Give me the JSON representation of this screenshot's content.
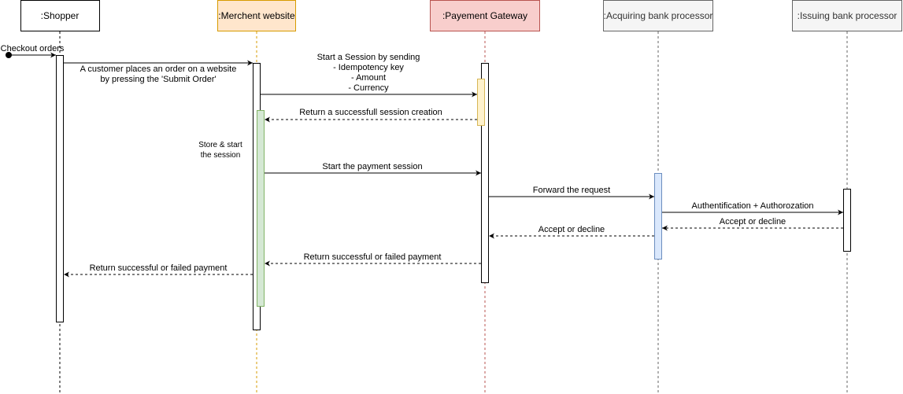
{
  "participants": [
    {
      "label": ":Shopper",
      "fill": "#ffffff",
      "stroke": "#000000"
    },
    {
      "label": ":Merchent website",
      "fill": "#ffe6cc",
      "stroke": "#d79b00"
    },
    {
      "label": ":Payement Gateway",
      "fill": "#f8cecc",
      "stroke": "#b85450"
    },
    {
      "label": ":Acquiring bank processor",
      "fill": "#f5f5f5",
      "stroke": "#666666"
    },
    {
      "label": ":Issuing bank processor",
      "fill": "#f5f5f5",
      "stroke": "#666666"
    }
  ],
  "found_message": {
    "label": "Checkout orders",
    "to": 0
  },
  "messages": [
    {
      "from": 0,
      "to": 1,
      "style": "solid",
      "lines": [
        "A customer places an order on a website",
        "by pressing the 'Submit Order'"
      ]
    },
    {
      "from": 1,
      "to": 2,
      "style": "solid",
      "lines": [
        "Start a Session by sending",
        "- Idempotency key",
        "- Amount",
        "- Currency"
      ]
    },
    {
      "from": 2,
      "to": 1,
      "style": "dashed",
      "lines": [
        "Return a successfull session creation"
      ]
    },
    {
      "from": 1,
      "to": 2,
      "style": "solid",
      "lines": [
        "Start the payment session"
      ]
    },
    {
      "from": 2,
      "to": 3,
      "style": "solid",
      "lines": [
        "Forward the request"
      ]
    },
    {
      "from": 3,
      "to": 4,
      "style": "solid",
      "lines": [
        "Authentification + Authorozation"
      ]
    },
    {
      "from": 4,
      "to": 3,
      "style": "dashed",
      "lines": [
        "Accept or decline"
      ]
    },
    {
      "from": 3,
      "to": 2,
      "style": "dashed",
      "lines": [
        "Accept or decline"
      ]
    },
    {
      "from": 2,
      "to": 1,
      "style": "dashed",
      "lines": [
        "Return successful or failed payment"
      ]
    },
    {
      "from": 1,
      "to": 0,
      "style": "dashed",
      "lines": [
        "Return successful or failed payment"
      ]
    }
  ],
  "notes": [
    {
      "lines": [
        "Store  & start",
        "the session"
      ]
    }
  ],
  "colors": {
    "activation_default": "#ffffff",
    "activation_session": "#fff2cc",
    "activation_session_stroke": "#d6b656",
    "activation_store": "#d5e8d4",
    "activation_store_stroke": "#82b366",
    "activation_acquirer": "#dae8fc",
    "activation_acquirer_stroke": "#6c8ebf",
    "lifeline": "#000000"
  }
}
